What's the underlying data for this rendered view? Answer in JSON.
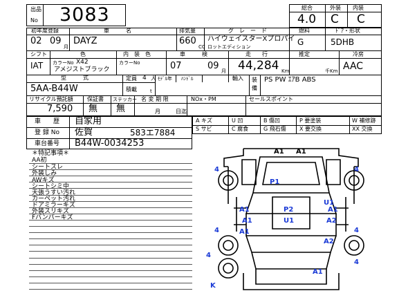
{
  "header": {
    "lot_label": "出品",
    "lot_no_label": "No",
    "lot_number": "3083",
    "score_labels": [
      "総合",
      "外装",
      "内装"
    ],
    "score_values": [
      "4.0",
      "C",
      "C"
    ]
  },
  "row1": {
    "labels": [
      "初年度登録",
      "車　　　名",
      "排気量",
      "グ　レ　ー　ド",
      "燃料",
      "ﾄﾞｱ・形状"
    ],
    "year": "02",
    "month": "09",
    "month_unit": "月",
    "car_name": "DAYZ",
    "displacement": "660",
    "displacement_unit": "CC",
    "grade": "ハイウェイスターXプロパイ",
    "grade_sub": "ロットエディション",
    "fuel": "G",
    "door_shape": "5DHB"
  },
  "row2": {
    "labels": [
      "シフト",
      "色",
      "内　装　色",
      "車　　　検",
      "走　　行",
      "推定",
      "冷房"
    ],
    "shift": "IAT",
    "color_no_label": "カラーNo",
    "color_no": "X42",
    "color_name": "アメジストブラック",
    "interior_color_no_label": "カラーNo",
    "inspection_year": "07",
    "inspection_month": "09",
    "inspection_unit": "月",
    "mileage": "44,284",
    "mileage_unit": "Km",
    "estimate_unit": "千Km",
    "ac": "AAC"
  },
  "row3": {
    "model_label": "型　　　式",
    "model": "5AA-B44W",
    "capacity_label": "定員",
    "capacity": "4",
    "capacity_unit": "人",
    "load_label": "積載",
    "load_unit": "t",
    "model_fullchange_label": "ﾓﾃﾞﾙ年",
    "handle_label": "ﾊﾝﾄﾞﾙ",
    "import_label": "輸入",
    "equipment_label": "装\n備",
    "equipment": "PS PW ｴｱB ABS"
  },
  "row4": {
    "labels": [
      "リサイクル預託額",
      "保証書",
      "ステッカー",
      "名 変 期 限",
      "NOx・PM",
      "セールスポイント"
    ],
    "recycle": "7,590",
    "warranty": "無",
    "sticker": "無",
    "name_change_month": "月",
    "name_change_day": "日迄"
  },
  "history": {
    "label": "車　　歴",
    "value": "自家用"
  },
  "registration": {
    "label": "登 録 No",
    "prefecture": "佐賀",
    "number": "583エ7884"
  },
  "chassis": {
    "label": "車台番号",
    "value": "B44W-0034253"
  },
  "legend": [
    [
      "A キズ",
      "U 凹",
      "B 傷凹",
      "P 要塗装",
      "W 補修跡"
    ],
    [
      "S サビ",
      "C 腐食",
      "G 飛石傷",
      "X 要交換",
      "XX 交換"
    ]
  ],
  "notes": {
    "title": "＊特記事項＊",
    "items": [
      "AA初",
      "シートスレ",
      "外装しみ",
      "AWキズ",
      "シートシミ中",
      "天張うすい汚れ",
      "カーペット汚れ",
      "ドアミラーキズ",
      "外装スリキズ",
      "Fバンパーキズ"
    ]
  },
  "diagram_marks": [
    "A1",
    "A1",
    "P1",
    "A1",
    "P2",
    "U1",
    "A1",
    "A1",
    "U1",
    "A2",
    "A1",
    "A2",
    "A1",
    "4",
    "4",
    "4",
    "4",
    "4",
    "4",
    "K"
  ]
}
